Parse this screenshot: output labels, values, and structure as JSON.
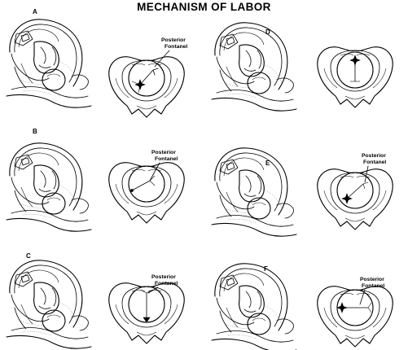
{
  "title": "MECHANISM OF LABOR",
  "panels": [
    {
      "letter": "A",
      "fontanel_label": [
        "Posterior",
        "Fontanel"
      ]
    },
    {
      "letter": "B",
      "fontanel_label": [
        "Posterior",
        "Fontanel"
      ]
    },
    {
      "letter": "C",
      "fontanel_label": [
        "Posterior",
        "Fontanel"
      ]
    },
    {
      "letter": "D",
      "fontanel_label": []
    },
    {
      "letter": "E",
      "fontanel_label": [
        "Posterior",
        "Fontanel"
      ]
    },
    {
      "letter": "F",
      "fontanel_label": [
        "Posterior",
        "Fontanel"
      ]
    }
  ]
}
